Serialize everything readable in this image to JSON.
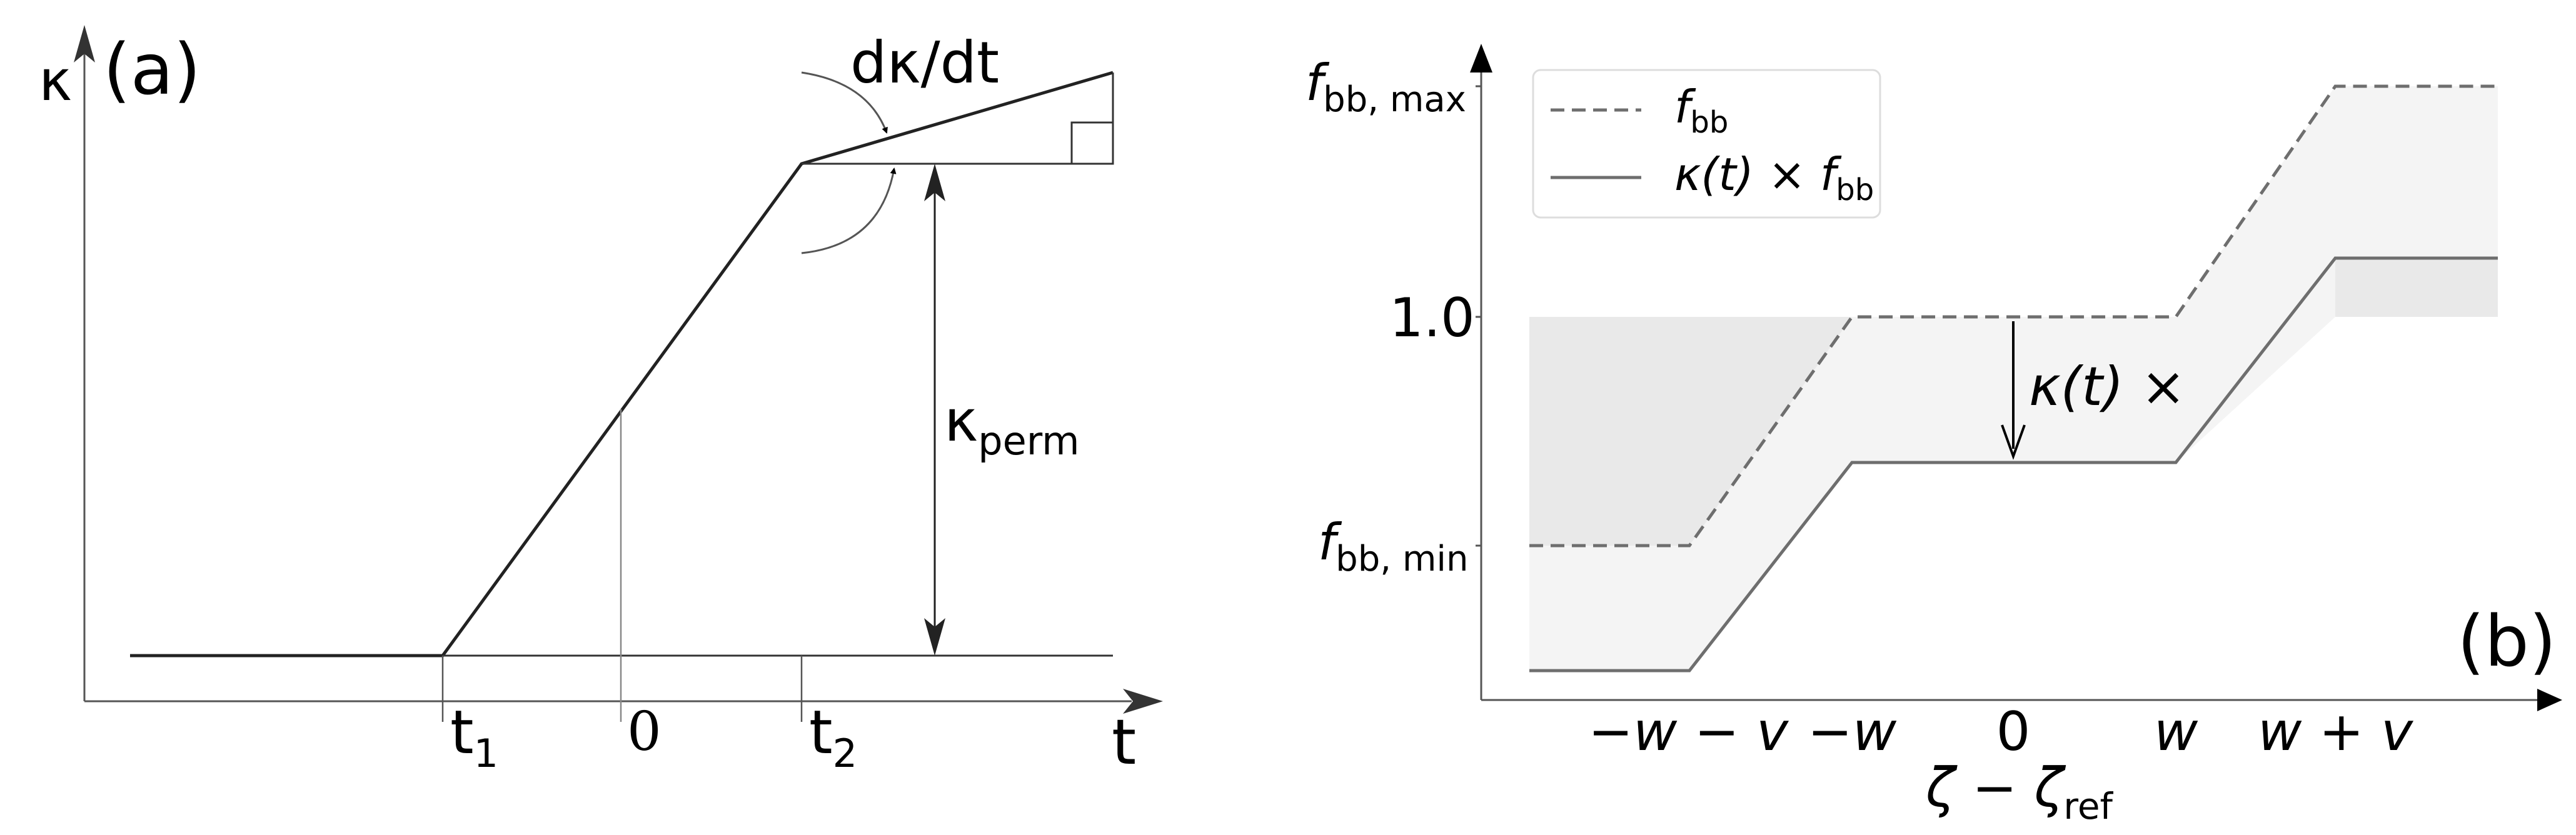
{
  "panel_a": {
    "tag": "(a)",
    "y_axis_label": "κ",
    "x_axis_label": "t",
    "ticks": [
      {
        "main": "t",
        "sub": "1"
      },
      {
        "main": "0",
        "sub": ""
      },
      {
        "main": "t",
        "sub": "2"
      }
    ],
    "slope_label": "dκ/dt",
    "perm_label": {
      "main": "κ",
      "sub": "perm"
    }
  },
  "panel_b": {
    "tag": "(b)",
    "y_ticks": {
      "max": {
        "main": "f",
        "sub": "bb, max"
      },
      "one": "1.0",
      "min": {
        "main": "f",
        "sub": "bb, min"
      }
    },
    "x_ticks": [
      "−w − v",
      "−w",
      "0",
      "w",
      "w + v"
    ],
    "x_label": {
      "main": "ζ − ζ",
      "sub": "ref"
    },
    "legend": [
      {
        "style": "dashed",
        "main": "f",
        "sub": "bb"
      },
      {
        "style": "solid",
        "pre": "κ(t) × f",
        "sub": "bb"
      }
    ],
    "arrow_label": "κ(t) ×",
    "colors": {
      "line": "#6e6e6e",
      "fill_light": "#f4f4f4",
      "fill_dark": "#e9e9e9"
    }
  }
}
